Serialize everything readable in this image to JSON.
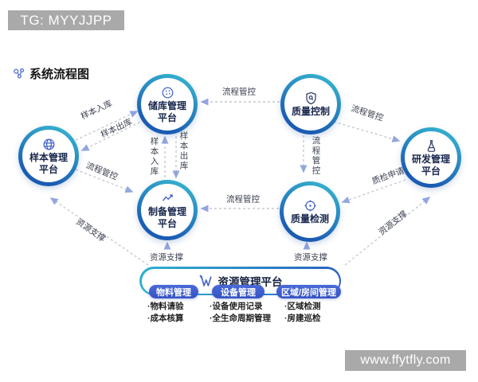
{
  "header_tag": "TG: MYYJJPP",
  "watermark": "www.ffytfly.com",
  "diagram_title": "系统流程图",
  "nodes": {
    "sample": {
      "label": "样本管理平台",
      "icon": "globe-icon"
    },
    "storage": {
      "label": "储库管理平台",
      "icon": "dish-icon"
    },
    "quality_control": {
      "label": "质量控制",
      "icon": "shield-search-icon"
    },
    "rd": {
      "label": "研发管理平台",
      "icon": "flask-icon"
    },
    "preparation": {
      "label": "制备管理平台",
      "icon": "line-chart-icon"
    },
    "quality_testing": {
      "label": "质量检测",
      "icon": "target-icon"
    }
  },
  "edges": {
    "qc_to_storage": "流程管控",
    "sample_to_storage": "样本入库",
    "storage_to_sample": "样本出库",
    "storage_prep_in": "样本入库",
    "storage_prep_out": "样本出库",
    "qc_to_rd": "流程管控",
    "qc_to_qt": "流程管控",
    "rd_to_qt": "质检申请",
    "qt_to_prep": "流程管控",
    "sample_to_prep": "流程管控",
    "res_to_sample": "资源支撑",
    "res_to_prep": "资源支撑",
    "res_to_qt": "资源支撑",
    "res_to_rd": "资源支撑"
  },
  "resource_platform": {
    "title": "资源管理平台",
    "icon": "wave-w-icon",
    "groups": [
      {
        "label": "物料管理",
        "items": [
          "·物料请验",
          "·成本核算"
        ]
      },
      {
        "label": "设备管理",
        "items": [
          "·设备使用记录",
          "·全生命周期管理"
        ]
      },
      {
        "label": "区域/房间管理",
        "items": [
          "·区域检测",
          "·房建巡检"
        ]
      }
    ]
  },
  "colors": {
    "ring_teal": "#37b7d0",
    "ring_blue": "#1b5cb3",
    "pill_blue": "#3d5ecf",
    "arrow_line": "#c6c9d4",
    "arrow_head": "#93a6de",
    "tag_gray": "#a9a9a9",
    "icon_blue": "#4766c6"
  }
}
